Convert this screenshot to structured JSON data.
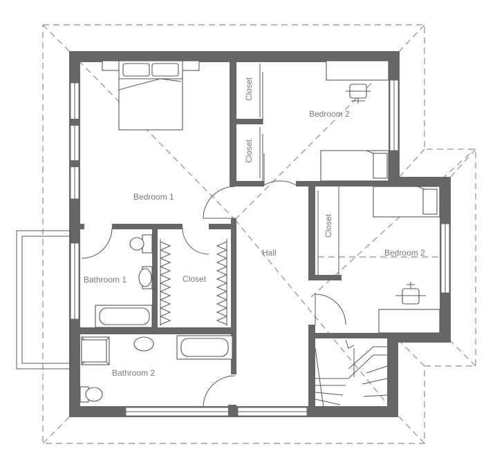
{
  "rooms": {
    "bedroom_1": "Bedroom 1",
    "bedroom_2_upper": "Bedroom 2",
    "bedroom_2_lower": "Bedroom 2",
    "bathroom_1": "Bathroom 1",
    "bathroom_2": "Bathroom 2",
    "hall": "Hall",
    "closet_main": "Closet",
    "closet_upper_1": "Closet",
    "closet_upper_2": "Closet",
    "closet_right": "Closet"
  },
  "colors": {
    "wall": "#676767",
    "text": "#7a7a7a",
    "roof_line": "#8f8f8f"
  }
}
